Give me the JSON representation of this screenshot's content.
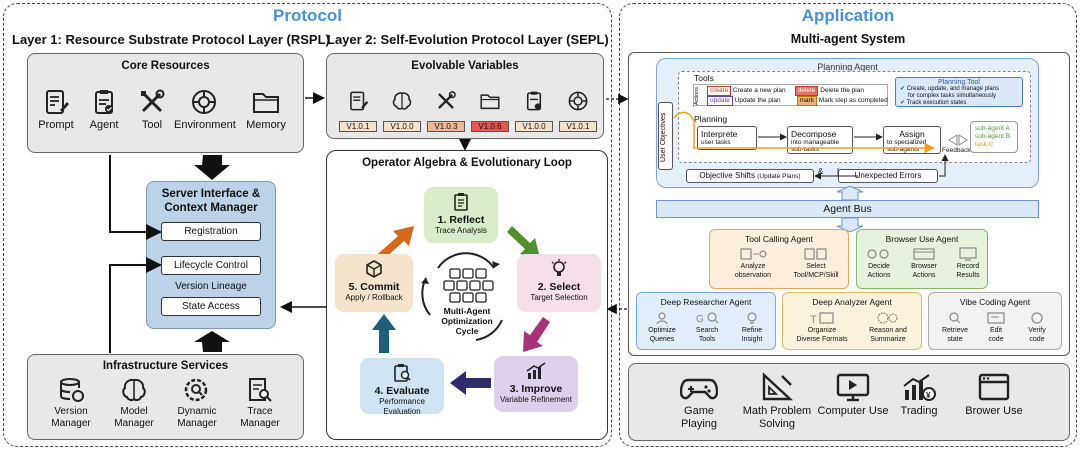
{
  "protocol": {
    "title": "Protocol",
    "layer1": {
      "title": "Layer 1: Resource Substrate Protocol Layer (RSPL)",
      "core": {
        "title": "Core Resources",
        "items": [
          "Prompt",
          "Agent",
          "Tool",
          "Environment",
          "Memory"
        ]
      },
      "server": {
        "title_line1": "Server Interface &",
        "title_line2": "Context Manager",
        "registration": "Registration",
        "lifecycle": "Lifecycle Control",
        "version_lineage": "Version Lineage",
        "state_access": "State Access"
      },
      "infra": {
        "title": "Infrastructure Services",
        "items": [
          {
            "l1": "Version",
            "l2": "Manager"
          },
          {
            "l1": "Model",
            "l2": "Manager"
          },
          {
            "l1": "Dynamic",
            "l2": "Manager"
          },
          {
            "l1": "Trace",
            "l2": "Manager"
          }
        ]
      }
    },
    "layer2": {
      "title": "Layer 2: Self-Evolution Protocol Layer (SEPL)",
      "evolvable": {
        "title": "Evolvable Variables",
        "versions": [
          "V1.0.1",
          "V1.0.0",
          "V1.0.3",
          "V1.0.6",
          "V1.0.0",
          "V1.0.1"
        ],
        "colors": [
          "#f6e2c8",
          "#f6e2c8",
          "#f0b894",
          "#e3574e",
          "#f6e2c8",
          "#f6e2c8"
        ]
      },
      "loop": {
        "title": "Operator Algebra & Evolutionary Loop",
        "center_l1": "Multi-Agent",
        "center_l2": "Optimization",
        "center_l3": "Cycle",
        "reflect": {
          "title": "1. Reflect",
          "sub": "Trace Analysis"
        },
        "select": {
          "title": "2. Select",
          "sub": "Target Selection"
        },
        "improve": {
          "title": "3. Improve",
          "sub": "Variable Refinement"
        },
        "evaluate": {
          "title": "4. Evaluate",
          "sub": "Performance Evaluation"
        },
        "commit": {
          "title": "5. Commit",
          "sub": "Apply / Rollback"
        }
      }
    }
  },
  "application": {
    "title": "Application",
    "mas_title": "Multi-agent System",
    "planning": {
      "title": "Planning Agent",
      "tools_label": "Tools",
      "actions_label": "Actions",
      "create": "create",
      "create_desc": "Create a new plan",
      "delete": "delete",
      "delete_desc": "Delete the plan",
      "update": "update",
      "update_desc": "Update the plan",
      "mark": "mark",
      "mark_desc": "Mark step as completed",
      "tool_title": "Planning Tool",
      "tool_b1": "Create, update, and manage plans",
      "tool_b1b": "for complex tasks simultaneously",
      "tool_b2": "Track execution states",
      "user_objectives": "User Objectives",
      "planning_label": "Planning",
      "interprete": "Interprete",
      "interprete_sub": "user tasks",
      "decompose": "Decompose",
      "decompose_sub1": "into manageable",
      "decompose_sub2": "sub-tasks",
      "assign": "Assign",
      "assign_sub1": "to specialized",
      "assign_sub2": "sub-agents",
      "feedback": "Feedback",
      "sub_a": "sub-agent A",
      "sub_b": "sub-agent B",
      "task_c": "task C",
      "objective_shifts": "Objective Shifts",
      "update_plans": "(Update Plans)",
      "amp": "&",
      "unexpected_errors": "Unexpected Errors"
    },
    "agent_bus": "Agent Bus",
    "tool_calling": {
      "title": "Tool Calling Agent",
      "s1a": "Analyze",
      "s1b": "observation",
      "s2a": "Select",
      "s2b": "Tool/MCP/Skill"
    },
    "browser_use": {
      "title": "Browser Use Agent",
      "s1a": "Decide",
      "s1b": "Actions",
      "s2a": "Browser",
      "s2b": "Actions",
      "s3a": "Record",
      "s3b": "Results"
    },
    "deep_researcher": {
      "title": "Deep Researcher Agent",
      "s1a": "Optimize",
      "s1b": "Queries",
      "s2a": "Search",
      "s2b": "Tools",
      "s3a": "Refine",
      "s3b": "Insight"
    },
    "deep_analyzer": {
      "title": "Deep Analyzer Agent",
      "s1a": "Organize",
      "s1b": "Diverse Formats",
      "s2a": "Reason and",
      "s2b": "Summarize"
    },
    "vibe_coding": {
      "title": "Vibe Coding Agent",
      "s1a": "Retrieve",
      "s1b": "state",
      "s2a": "Edit",
      "s2b": "code",
      "s3a": "Verify",
      "s3b": "code"
    },
    "apps": [
      {
        "l1": "Game",
        "l2": "Playing"
      },
      {
        "l1": "Math Problem",
        "l2": "Solving"
      },
      {
        "l1": "Computer Use",
        "l2": ""
      },
      {
        "l1": "Trading",
        "l2": ""
      },
      {
        "l1": "Brower Use",
        "l2": ""
      }
    ]
  }
}
